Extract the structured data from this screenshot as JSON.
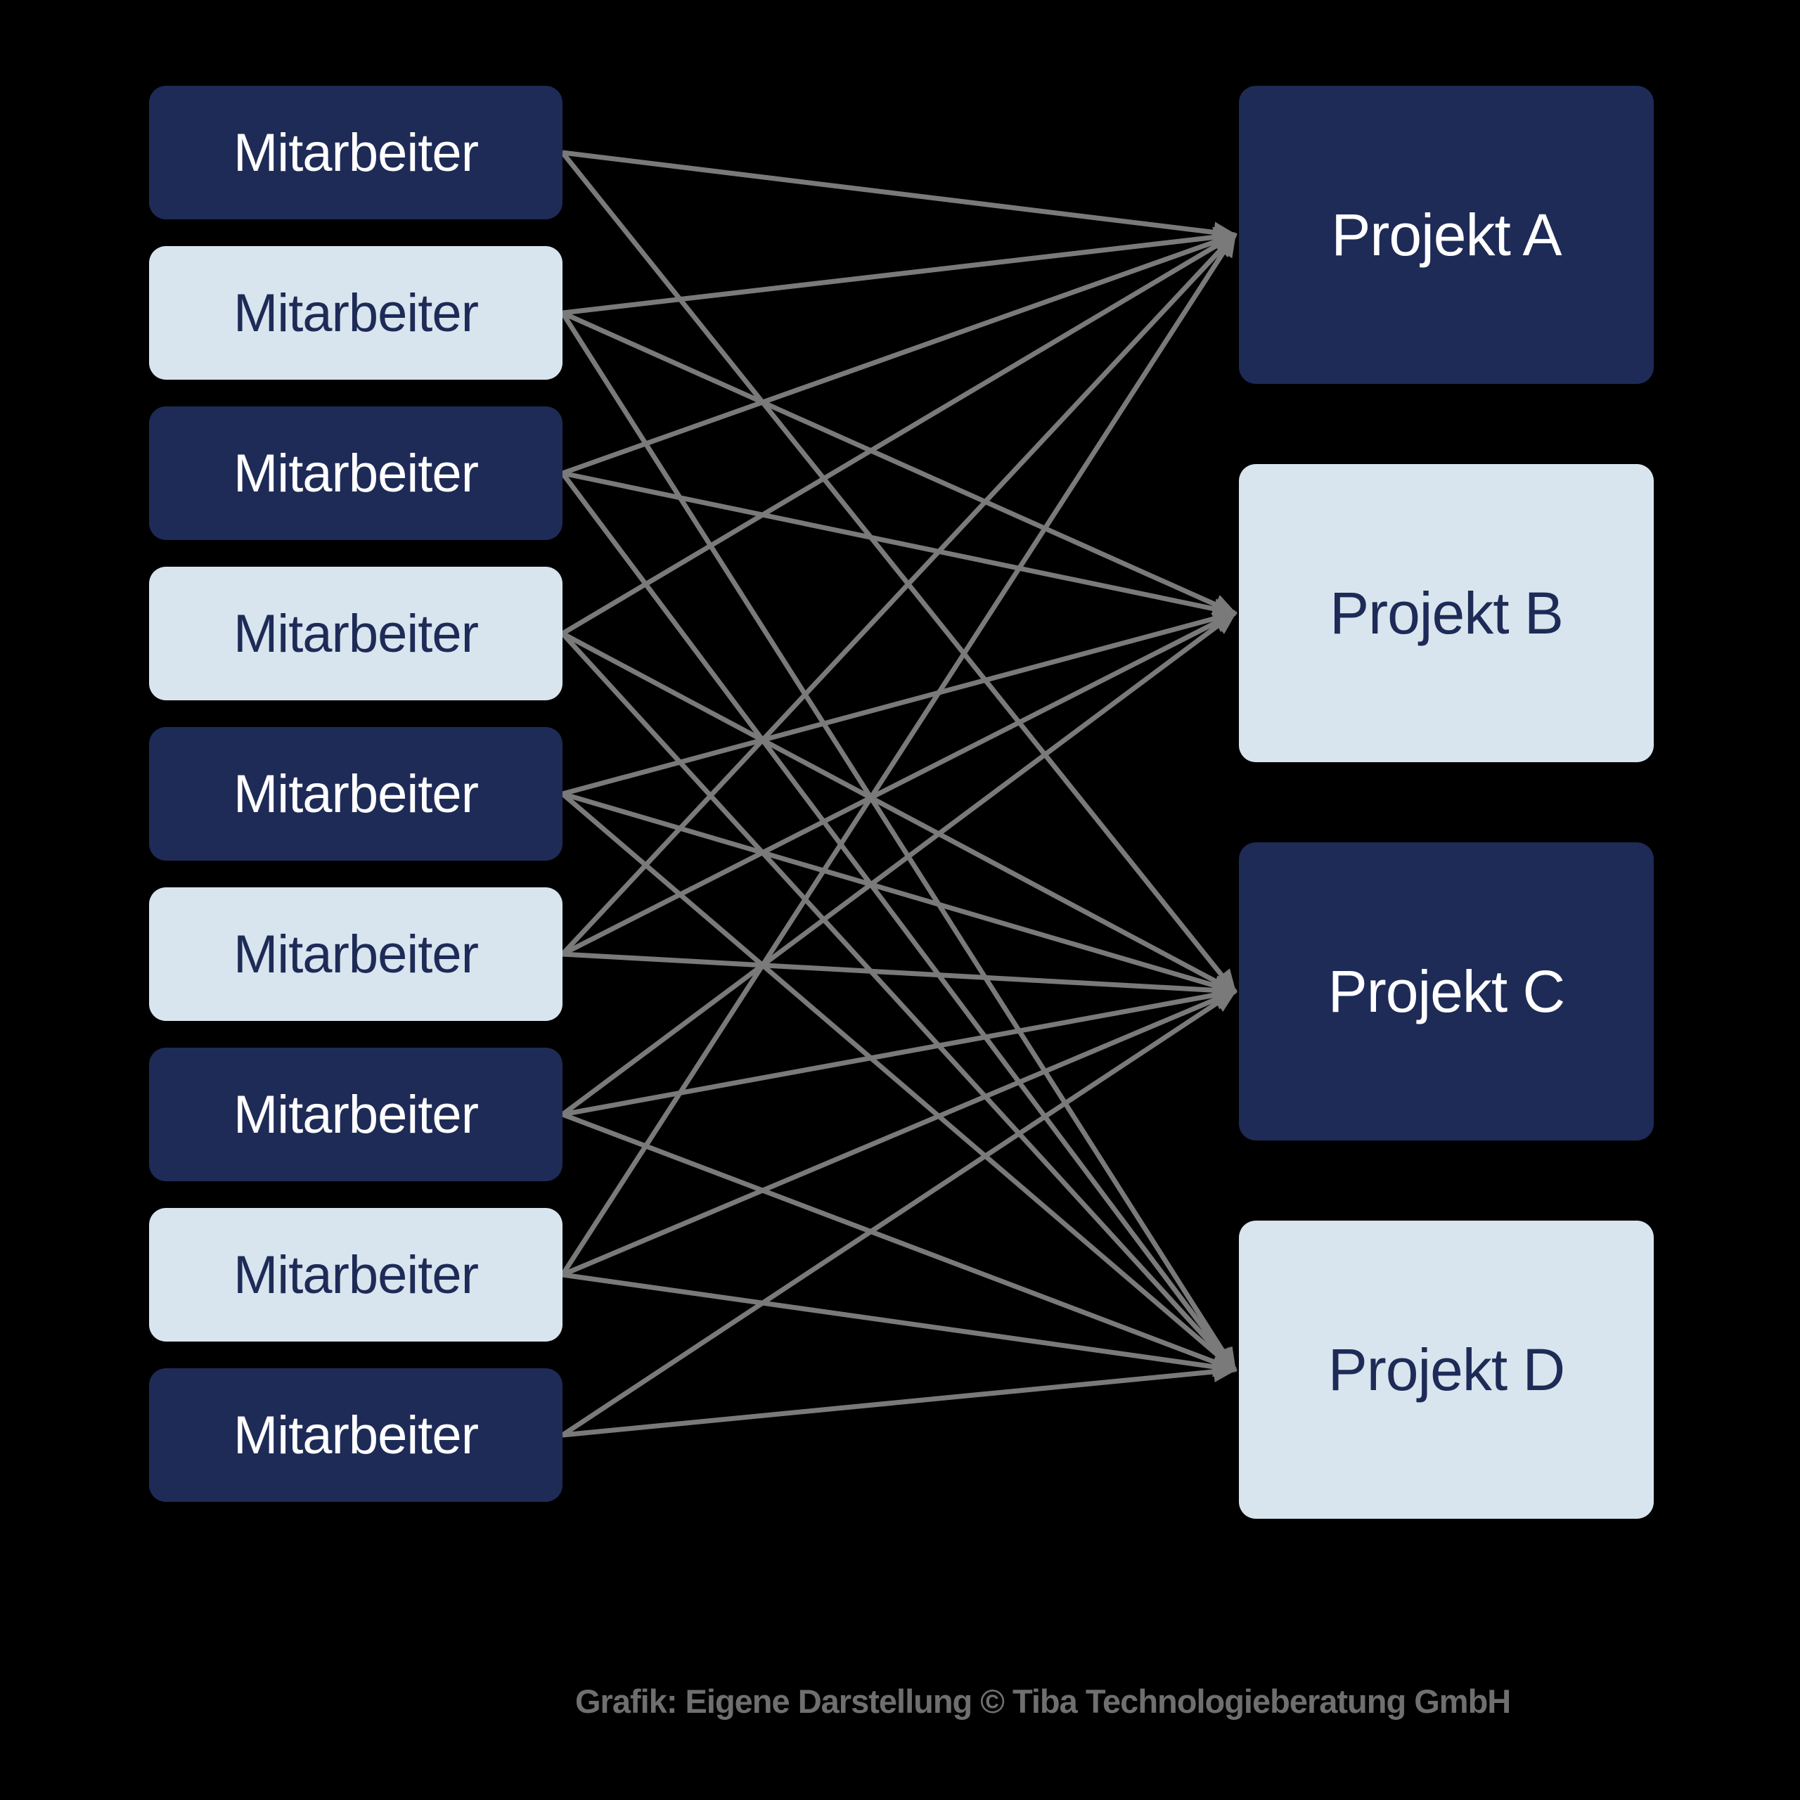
{
  "left_column": {
    "items": [
      {
        "label": "Mitarbeiter",
        "variant": "dark"
      },
      {
        "label": "Mitarbeiter",
        "variant": "light"
      },
      {
        "label": "Mitarbeiter",
        "variant": "dark"
      },
      {
        "label": "Mitarbeiter",
        "variant": "light"
      },
      {
        "label": "Mitarbeiter",
        "variant": "dark"
      },
      {
        "label": "Mitarbeiter",
        "variant": "light"
      },
      {
        "label": "Mitarbeiter",
        "variant": "dark"
      },
      {
        "label": "Mitarbeiter",
        "variant": "light"
      },
      {
        "label": "Mitarbeiter",
        "variant": "dark"
      }
    ]
  },
  "right_column": {
    "items": [
      {
        "label": "Projekt A",
        "variant": "dark"
      },
      {
        "label": "Projekt B",
        "variant": "light"
      },
      {
        "label": "Projekt C",
        "variant": "dark"
      },
      {
        "label": "Projekt D",
        "variant": "light"
      }
    ]
  },
  "connections": [
    {
      "from": 0,
      "to": 0
    },
    {
      "from": 0,
      "to": 2
    },
    {
      "from": 1,
      "to": 0
    },
    {
      "from": 1,
      "to": 1
    },
    {
      "from": 1,
      "to": 3
    },
    {
      "from": 2,
      "to": 0
    },
    {
      "from": 2,
      "to": 1
    },
    {
      "from": 2,
      "to": 3
    },
    {
      "from": 3,
      "to": 0
    },
    {
      "from": 3,
      "to": 2
    },
    {
      "from": 3,
      "to": 3
    },
    {
      "from": 4,
      "to": 1
    },
    {
      "from": 4,
      "to": 2
    },
    {
      "from": 4,
      "to": 3
    },
    {
      "from": 5,
      "to": 0
    },
    {
      "from": 5,
      "to": 1
    },
    {
      "from": 5,
      "to": 2
    },
    {
      "from": 6,
      "to": 1
    },
    {
      "from": 6,
      "to": 2
    },
    {
      "from": 6,
      "to": 3
    },
    {
      "from": 7,
      "to": 0
    },
    {
      "from": 7,
      "to": 2
    },
    {
      "from": 7,
      "to": 3
    },
    {
      "from": 8,
      "to": 2
    },
    {
      "from": 8,
      "to": 3
    }
  ],
  "caption": "Grafik: Eigene Darstellung © Tiba Technologieberatung GmbH",
  "colors": {
    "box_dark": "#1e2b57",
    "box_light": "#d8e5ee",
    "text_on_dark": "#ffffff",
    "text_on_light": "#1e2b57",
    "connector": "#7a7a7a",
    "caption": "#6f6f6f",
    "background": "#000000"
  }
}
